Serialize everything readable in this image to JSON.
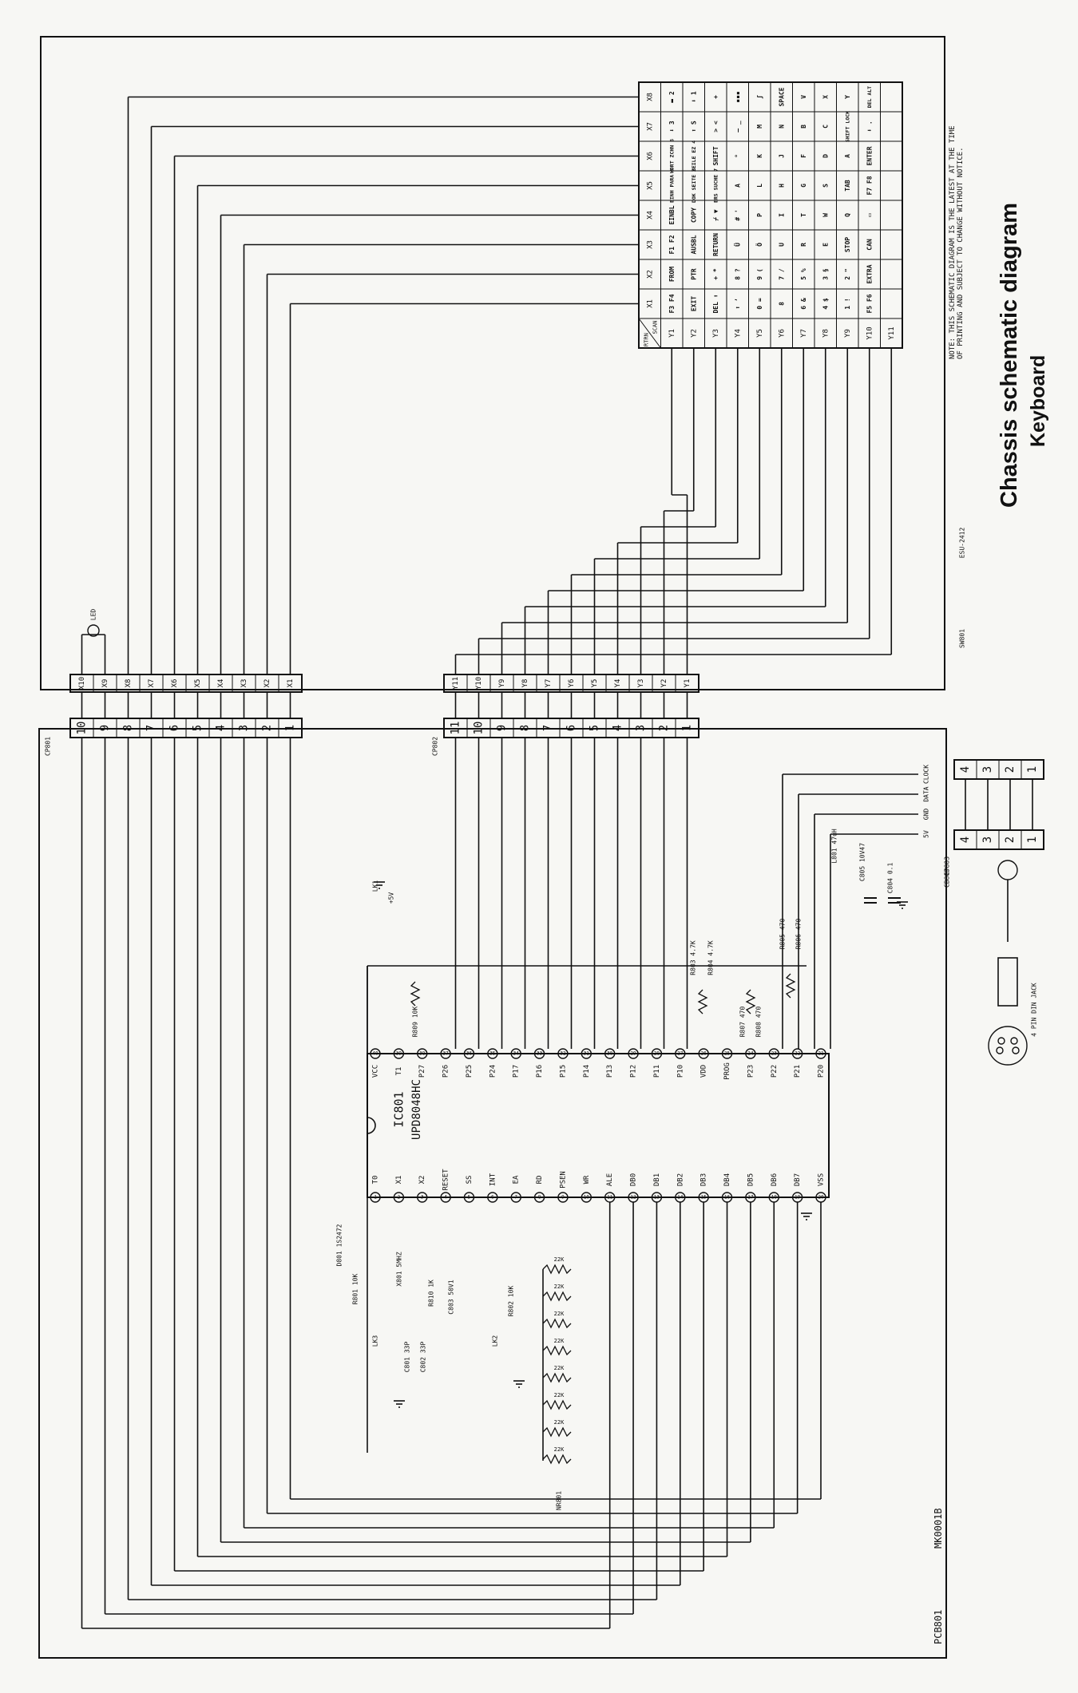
{
  "title": "Chassis schematic diagram",
  "subtitle": "Keyboard",
  "note_line1": "NOTE: THIS SCHEMATIC DIAGRAM IS THE LATEST AT THE TIME",
  "note_line2": "OF PRINTING AND SUBJECT TO CHANGE WITHOUT NOTICE.",
  "pcb_label": "PCB801",
  "pcb_part": "MK0001B",
  "switch_ref": "SW801",
  "switch_part": "ESU-2412",
  "led_label": "LED",
  "cp801": "CP801",
  "cp802": "CP802",
  "cp803": "CP803",
  "cb803": "CB803",
  "x_pins": [
    "X10",
    "X9",
    "X8",
    "X7",
    "X6",
    "X5",
    "X4",
    "X3",
    "X2",
    "X1"
  ],
  "x_nums": [
    "10",
    "9",
    "8",
    "7",
    "6",
    "5",
    "4",
    "3",
    "2",
    "1"
  ],
  "y_pins": [
    "Y11",
    "Y10",
    "Y9",
    "Y8",
    "Y7",
    "Y6",
    "Y5",
    "Y4",
    "Y3",
    "Y2",
    "Y1"
  ],
  "y_nums": [
    "11",
    "10",
    "9",
    "8",
    "7",
    "6",
    "5",
    "4",
    "3",
    "2",
    "1"
  ],
  "din_pins": [
    "CLOCK",
    "DATA",
    "GND",
    "5V"
  ],
  "din_nums": [
    "4",
    "3",
    "2",
    "1"
  ],
  "din_jack": "4 PIN DIN JACK",
  "ic_ref": "IC801",
  "ic_part": "UPD8048HC",
  "ic_top": [
    {
      "n": "40",
      "s": "VCC"
    },
    {
      "n": "39",
      "s": "T1"
    },
    {
      "n": "38",
      "s": "P27"
    },
    {
      "n": "37",
      "s": "P26"
    },
    {
      "n": "36",
      "s": "P25"
    },
    {
      "n": "35",
      "s": "P24"
    },
    {
      "n": "34",
      "s": "P17"
    },
    {
      "n": "33",
      "s": "P16"
    },
    {
      "n": "32",
      "s": "P15"
    },
    {
      "n": "31",
      "s": "P14"
    },
    {
      "n": "30",
      "s": "P13"
    },
    {
      "n": "29",
      "s": "P12"
    },
    {
      "n": "28",
      "s": "P11"
    },
    {
      "n": "27",
      "s": "P10"
    },
    {
      "n": "26",
      "s": "VDD"
    },
    {
      "n": "25",
      "s": "PROG"
    },
    {
      "n": "24",
      "s": "P23"
    },
    {
      "n": "23",
      "s": "P22"
    },
    {
      "n": "22",
      "s": "P21"
    },
    {
      "n": "21",
      "s": "P20"
    }
  ],
  "ic_bot": [
    {
      "n": "1",
      "s": "T0"
    },
    {
      "n": "2",
      "s": "X1"
    },
    {
      "n": "3",
      "s": "X2"
    },
    {
      "n": "4",
      "s": "RESET"
    },
    {
      "n": "5",
      "s": "SS"
    },
    {
      "n": "6",
      "s": "INT"
    },
    {
      "n": "7",
      "s": "EA"
    },
    {
      "n": "8",
      "s": "RD"
    },
    {
      "n": "9",
      "s": "PSEN"
    },
    {
      "n": "10",
      "s": "WR"
    },
    {
      "n": "11",
      "s": "ALE"
    },
    {
      "n": "12",
      "s": "DB0"
    },
    {
      "n": "13",
      "s": "DB1"
    },
    {
      "n": "14",
      "s": "DB2"
    },
    {
      "n": "15",
      "s": "DB3"
    },
    {
      "n": "16",
      "s": "DB4"
    },
    {
      "n": "17",
      "s": "DB5"
    },
    {
      "n": "18",
      "s": "DB6"
    },
    {
      "n": "19",
      "s": "DB7"
    },
    {
      "n": "20",
      "s": "VSS"
    }
  ],
  "components": {
    "lk1": "LK1",
    "lk2": "LK2",
    "lk3": "LK3",
    "vplus": "+5V",
    "r809": "R809",
    "r809v": "10K",
    "r801": "R801",
    "r801v": "10K",
    "r802": "R802",
    "r802v": "10K",
    "d801": "D801",
    "d801v": "1S2472",
    "x801": "X801",
    "x801v": "5MHZ",
    "r810": "R810",
    "r810v": "1K",
    "c803": "C803",
    "c803v": "50V1",
    "c801": "C801",
    "c801v": "33P",
    "c802": "C802",
    "c802v": "33P",
    "nr801": "NR801",
    "nr_val": "22K",
    "r803": "R803",
    "r803v": "4.7K",
    "r804": "R804",
    "r804v": "4.7K",
    "r805": "R805",
    "r806": "R806",
    "r805v": "470",
    "r807": "R807",
    "r808": "R808",
    "r807v": "470",
    "l801": "L801",
    "l801v": "47uH",
    "c805": "C805",
    "c805v": "10V47",
    "c804": "C804",
    "c804v": "0.1"
  },
  "matrix": {
    "corner_top": "RTRN",
    "corner_bot": "SCAN",
    "x_headers": [
      "X1",
      "X2",
      "X3",
      "X4",
      "X5",
      "X6",
      "X7",
      "X8"
    ],
    "rows": [
      {
        "y": "Y1",
        "keys": [
          "F3 F4",
          "FROM",
          "F1 F2",
          "EINBL",
          "EINH PARA 9",
          "WORT ZCHN 6",
          "⬇ 3",
          "▬ 2"
        ]
      },
      {
        "y": "Y2",
        "keys": [
          "EXIT",
          "PTR",
          "AUSBL",
          "COPY",
          "DOK SEITE 8",
          "ZEILE EZ 4",
          "⬆ S",
          "⬇ 1"
        ]
      },
      {
        "y": "Y3",
        "keys": [
          "DEL ⬆",
          "+ *",
          "RETURN",
          "⌿ ▼",
          "ERS SUCHE 7",
          "SHIFT",
          "> <",
          "+"
        ]
      },
      {
        "y": "Y4",
        "keys": [
          "⬆ ʼ",
          "8 ?",
          "Ü",
          "# '",
          "A",
          "°",
          "— _",
          "▪▪▪"
        ]
      },
      {
        "y": "Y5",
        "keys": [
          "0 =",
          "9 (",
          "Ö",
          "P",
          "L",
          "K",
          "M",
          "ʃ"
        ]
      },
      {
        "y": "Y6",
        "keys": [
          "8",
          "7 /",
          "U",
          "I",
          "H",
          "J",
          "N",
          "SPACE"
        ]
      },
      {
        "y": "Y7",
        "keys": [
          "6 &",
          "5 %",
          "R",
          "T",
          "G",
          "F",
          "B",
          "V"
        ]
      },
      {
        "y": "Y8",
        "keys": [
          "4 $",
          "3 §",
          "E",
          "W",
          "S",
          "D",
          "C",
          "X"
        ]
      },
      {
        "y": "Y9",
        "keys": [
          "1 !",
          "2 \"",
          "STOP",
          "Q",
          "TAB",
          "A",
          "SHIFT LOCK",
          "Y"
        ]
      },
      {
        "y": "Y10",
        "keys": [
          "F5 F6",
          "EXTRA",
          "CAN",
          "▭",
          "F7 F8",
          "ENTER",
          "⬇ .",
          "DEL ALT"
        ]
      },
      {
        "y": "Y11",
        "keys": [
          "",
          "",
          "",
          "",
          "",
          "",
          "",
          ""
        ]
      }
    ]
  }
}
